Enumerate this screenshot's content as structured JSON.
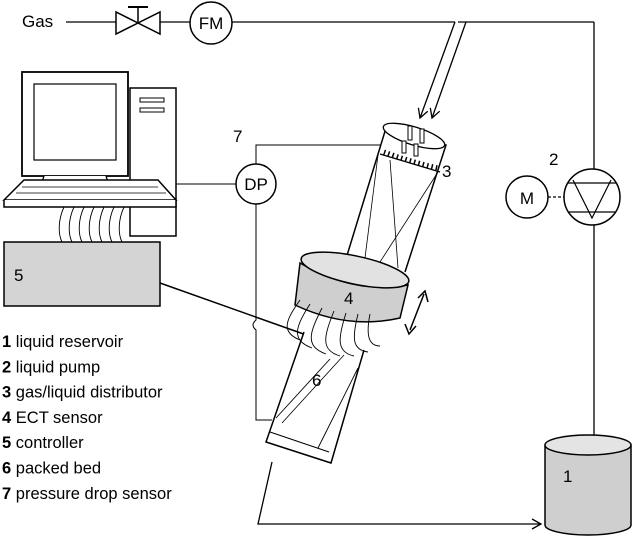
{
  "nodes": {
    "gas": "Gas",
    "flowmeter": "FM",
    "pressure_sensor": "DP",
    "motor": "M",
    "controller_box": "5",
    "ect_sensor": "4",
    "packed_bed": "6",
    "reservoir": "1",
    "distributor": "3",
    "pump": "2",
    "dp_number": "7"
  },
  "legend": [
    {
      "key": "1",
      "text": "liquid reservoir"
    },
    {
      "key": "2",
      "text": "liquid pump"
    },
    {
      "key": "3",
      "text": "gas/liquid distributor"
    },
    {
      "key": "4",
      "text": "ECT sensor"
    },
    {
      "key": "5",
      "text": "controller"
    },
    {
      "key": "6",
      "text": "packed bed"
    },
    {
      "key": "7",
      "text": "pressure drop sensor"
    }
  ]
}
